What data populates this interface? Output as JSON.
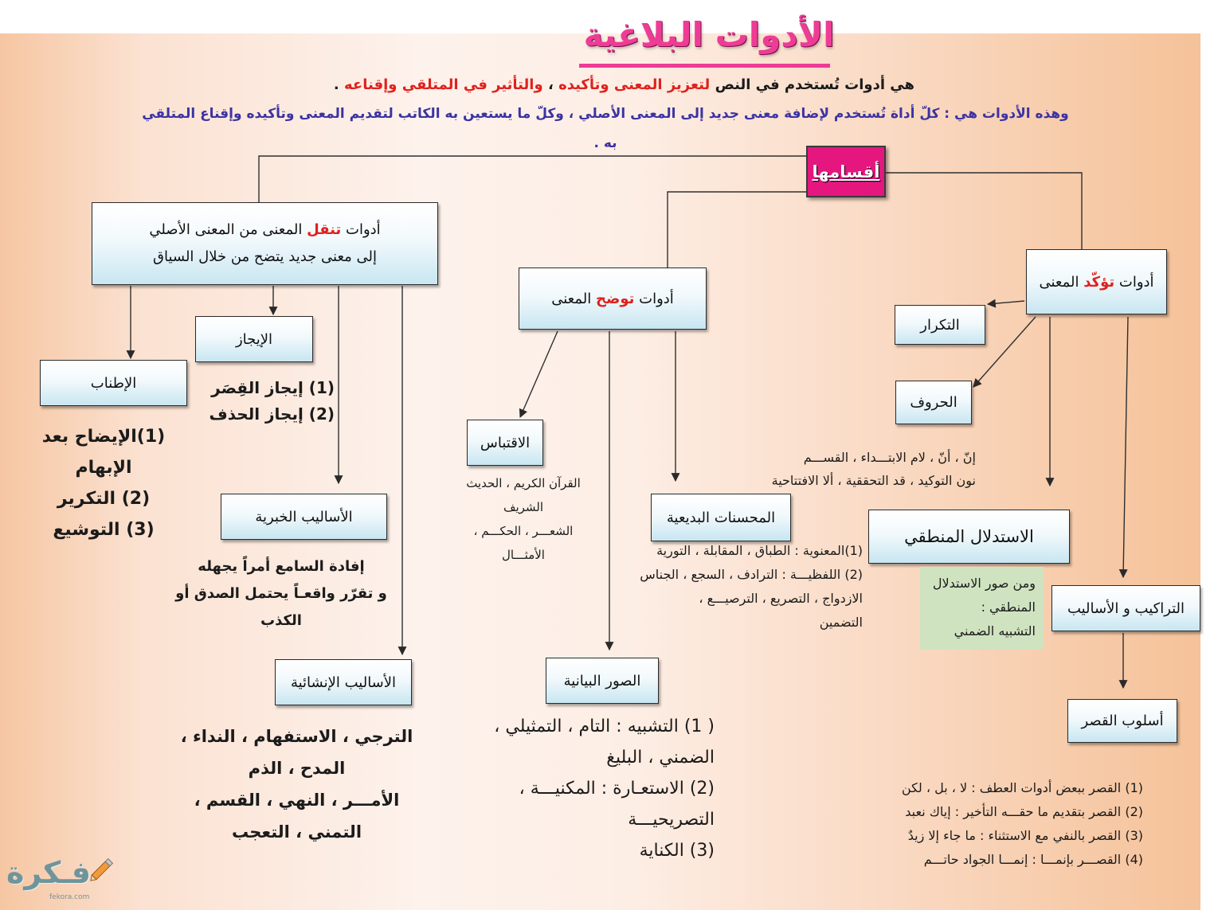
{
  "title": "الأدوات البلاغية",
  "intro": {
    "definition": {
      "lead": "هي أدوات تُستخدم في النص",
      "highlight_1": "لتعزيز المعنى وتأكيده",
      "separator": "،",
      "highlight_2": "والتأثير في المتلقي وإقناعه",
      "end": "."
    },
    "tools_lines": [
      "وهذه الأدوات هي :  كلّ أداة تُستخدم لإضافة معنى جديد إلى المعنى الأصلي ، وكلّ ما يستعين به الكاتب لتقديم المعنى وتأكيده وإقناع المتلقي",
      "به ."
    ]
  },
  "center_node": "أقسامها",
  "confirm_branch": {
    "title": {
      "before": "أدوات",
      "highlight": "تؤكّد",
      "after": "المعنى"
    },
    "repetition": {
      "label": "التكرار"
    },
    "particles": {
      "label": "الحروف",
      "lines": [
        "إنّ ، أنّ ، لام الابتـــداء ، القســـم",
        "نون التوكيد ، قد التحققية ، ألا الافتتاحية"
      ]
    },
    "logical_inference": {
      "label": "الاستدلال المنطقي",
      "note_lines": [
        "ومن صور الاستدلال",
        "المنطقي :",
        "التشبيه الضمني"
      ]
    },
    "structures": {
      "label": "التراكيب و الأساليب"
    },
    "restriction": {
      "label": "أسلوب القصر",
      "lines": [
        "(1) القصر ببعض أدوات العطف : لا ، بل ، لكن",
        "(2) القصر بتقديم ما حقـــه التأخير : إياك نعبد",
        "(3) القصر بالنفي مع الاستثناء : ما جاء إلا زيدٌ",
        "(4) القصـــر بإنمـــا : إنمـــا الجواد حاتـــم"
      ]
    }
  },
  "clarify_branch": {
    "title": {
      "before": "أدوات",
      "highlight": "توضح",
      "after": "المعنى"
    },
    "quotation": {
      "label": "الاقتباس",
      "lines": [
        "القرآن الكريم ، الحديث",
        "الشريف",
        "الشعـــر ، الحكـــم ،",
        "الأمثـــال"
      ]
    },
    "embellishments": {
      "label": "المحسنات البديعية",
      "lines": [
        "(1)المعنوية : الطباق ، المقابلة ، التورية",
        "(2) اللفظيـــة : الترادف ، السجع ، الجناس",
        "الازدواج ، التصريع ، الترصيـــع ،",
        "التضمين"
      ]
    },
    "figures": {
      "label": "الصور البيانية",
      "lines": [
        "( 1) التشبيه : التام ، التمثيلي ،",
        "الضمني ، البليغ",
        "(2) الاستعـارة : المكنيـــة ،",
        "التصريحيـــة",
        "(3) الكناية"
      ]
    }
  },
  "transfer_branch": {
    "title_line1": {
      "before": "أدوات",
      "highlight": "تنقل",
      "after": "المعنى من المعنى الأصلي"
    },
    "title_line2": "إلى معنى جديد يتضح من خلال السياق",
    "brevity": {
      "label": "الإيجاز",
      "lines": [
        "(1) إيجاز القِصَر",
        "(2) إيجاز الحذف"
      ]
    },
    "elaboration": {
      "label": "الإطناب",
      "lines": [
        "(1)الإيضاح بعد",
        "الإبهام",
        "(2) التكرير",
        "(3) التوشيع"
      ]
    },
    "declarative": {
      "label": "الأساليب الخبرية",
      "lines": [
        "إفادة السامع أمراً يجهله",
        "و تقرّر واقعـاً يحتمل الصدق أو",
        "الكذب"
      ]
    },
    "performative": {
      "label": "الأساليب الإنشائية",
      "lines": [
        "الترجي ، الاستفهام ، النداء ،",
        "المدح ، الذم",
        "الأمـــر ، النهي ، القسم ،",
        "التمني ، التعجب"
      ]
    }
  },
  "logo": {
    "wordmark": "فـكرة",
    "domain": "fekora.com",
    "icon": "pencil-icon"
  },
  "colors": {
    "title": "#ee3c96",
    "highlight": "#e0211d",
    "center_node": "#e5177f",
    "tools_text": "#3c33a3",
    "note_box": "#cfe3c1"
  }
}
